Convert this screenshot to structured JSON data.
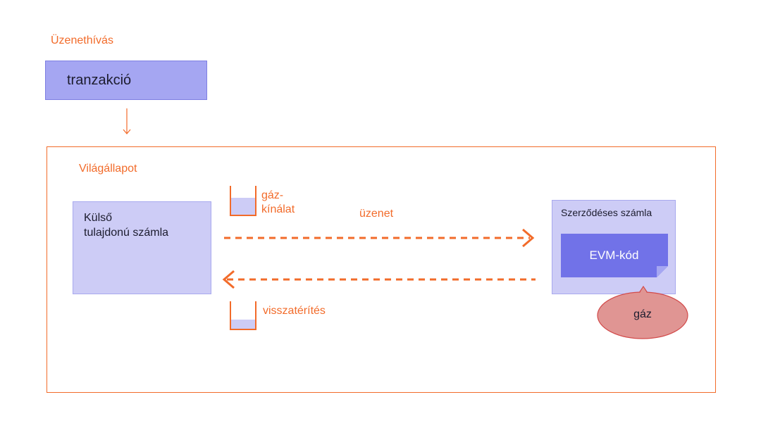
{
  "diagram": {
    "title": "Üzenethívás",
    "transaction": {
      "label": "tranzakció"
    },
    "world_state": {
      "label": "Világállapot"
    },
    "external_account": {
      "label": "Külső\ntulajdonú számla"
    },
    "gas_supply": {
      "label": "gáz-\nkínálat",
      "fill_level": 0.6
    },
    "message": {
      "label": "üzenet"
    },
    "refund": {
      "label": "visszatérítés",
      "fill_level": 0.35
    },
    "contract_account": {
      "label": "Szerződéses számla"
    },
    "evm_code": {
      "label": "EVM-kód"
    },
    "gas": {
      "label": "gáz"
    }
  },
  "colors": {
    "orange": "#f26b2a",
    "box_light": "#cdccf6",
    "box_medium": "#a5a6f2",
    "evm": "#7172e8",
    "gas": "#e09593"
  }
}
